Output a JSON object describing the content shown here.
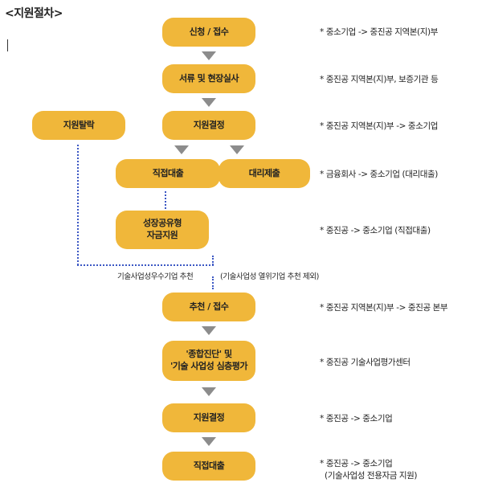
{
  "title": "<지원절차>",
  "boxes": {
    "apply": "신청 / 접수",
    "review": "서류 및  현장실사",
    "decision1": "지원결정",
    "withdraw": "지원탈락",
    "direct_loan1": "직접대출",
    "agency_submit": "대리제출",
    "growth_fund_line1": "성장공유형",
    "growth_fund_line2": "자금지원",
    "recommend": "추천 / 접수",
    "eval_line1": "'종합진단' 및",
    "eval_line2": "'기술 사업성 심층평가",
    "decision2": "지원결정",
    "direct_loan2": "직접대출"
  },
  "notes": {
    "star": "*",
    "n1": "중소기업 -> 중진공 지역본(지)부",
    "n2": "중진공 지역본(지)부, 보증기관 등",
    "n3": "중진공 지역본(지)부 -> 중소기업",
    "n4": "금융회사 -> 중소기업 (대리대출)",
    "n5": "중진공 -> 중소기업 (직접대출)",
    "n6": "중진공 지역본(지)부 -> 중진공 본부",
    "n7": "중진공 기술사업평가센터",
    "n8": "중진공 -> 중소기업",
    "n9_line1": "중진공 -> 중소기업",
    "n9_line2": "(기술사업성 전용자금 지원)"
  },
  "labels": {
    "recommend_left": "기술사업성우수기업 추천",
    "recommend_right": "(기술사업성 열위기업 추천 제외)"
  },
  "colors": {
    "box": "#F0B73A",
    "arrow": "#8C8C8C",
    "dotted_line": "#3B57C4"
  }
}
